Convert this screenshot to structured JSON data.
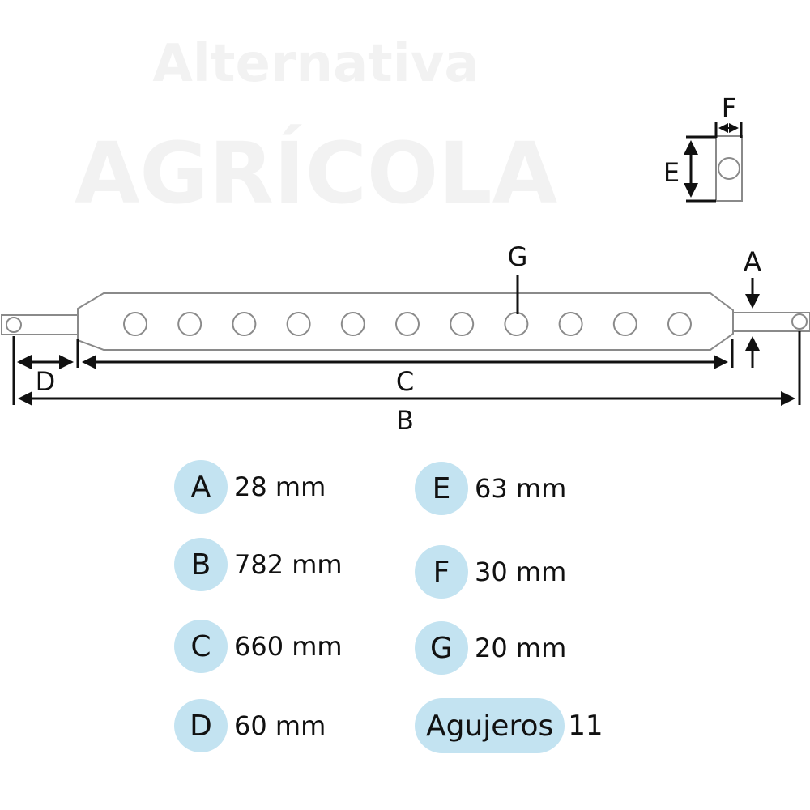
{
  "watermark": {
    "line1": "Alternativa",
    "line2": "AGRÍCOLA"
  },
  "diagram": {
    "labels": {
      "A": "A",
      "B": "B",
      "C": "C",
      "D": "D",
      "E": "E",
      "F": "F",
      "G": "G"
    },
    "hole_count": 11
  },
  "legend": [
    {
      "key": "A",
      "value": "28 mm"
    },
    {
      "key": "B",
      "value": "782 mm"
    },
    {
      "key": "C",
      "value": "660 mm"
    },
    {
      "key": "D",
      "value": "60 mm"
    },
    {
      "key": "E",
      "value": "63 mm"
    },
    {
      "key": "F",
      "value": "30 mm"
    },
    {
      "key": "G",
      "value": "20 mm"
    },
    {
      "key": "Agujeros",
      "value": "11"
    }
  ],
  "colors": {
    "badge": "#c3e3f1",
    "outline": "#8a8a8a",
    "ink": "#111111"
  }
}
